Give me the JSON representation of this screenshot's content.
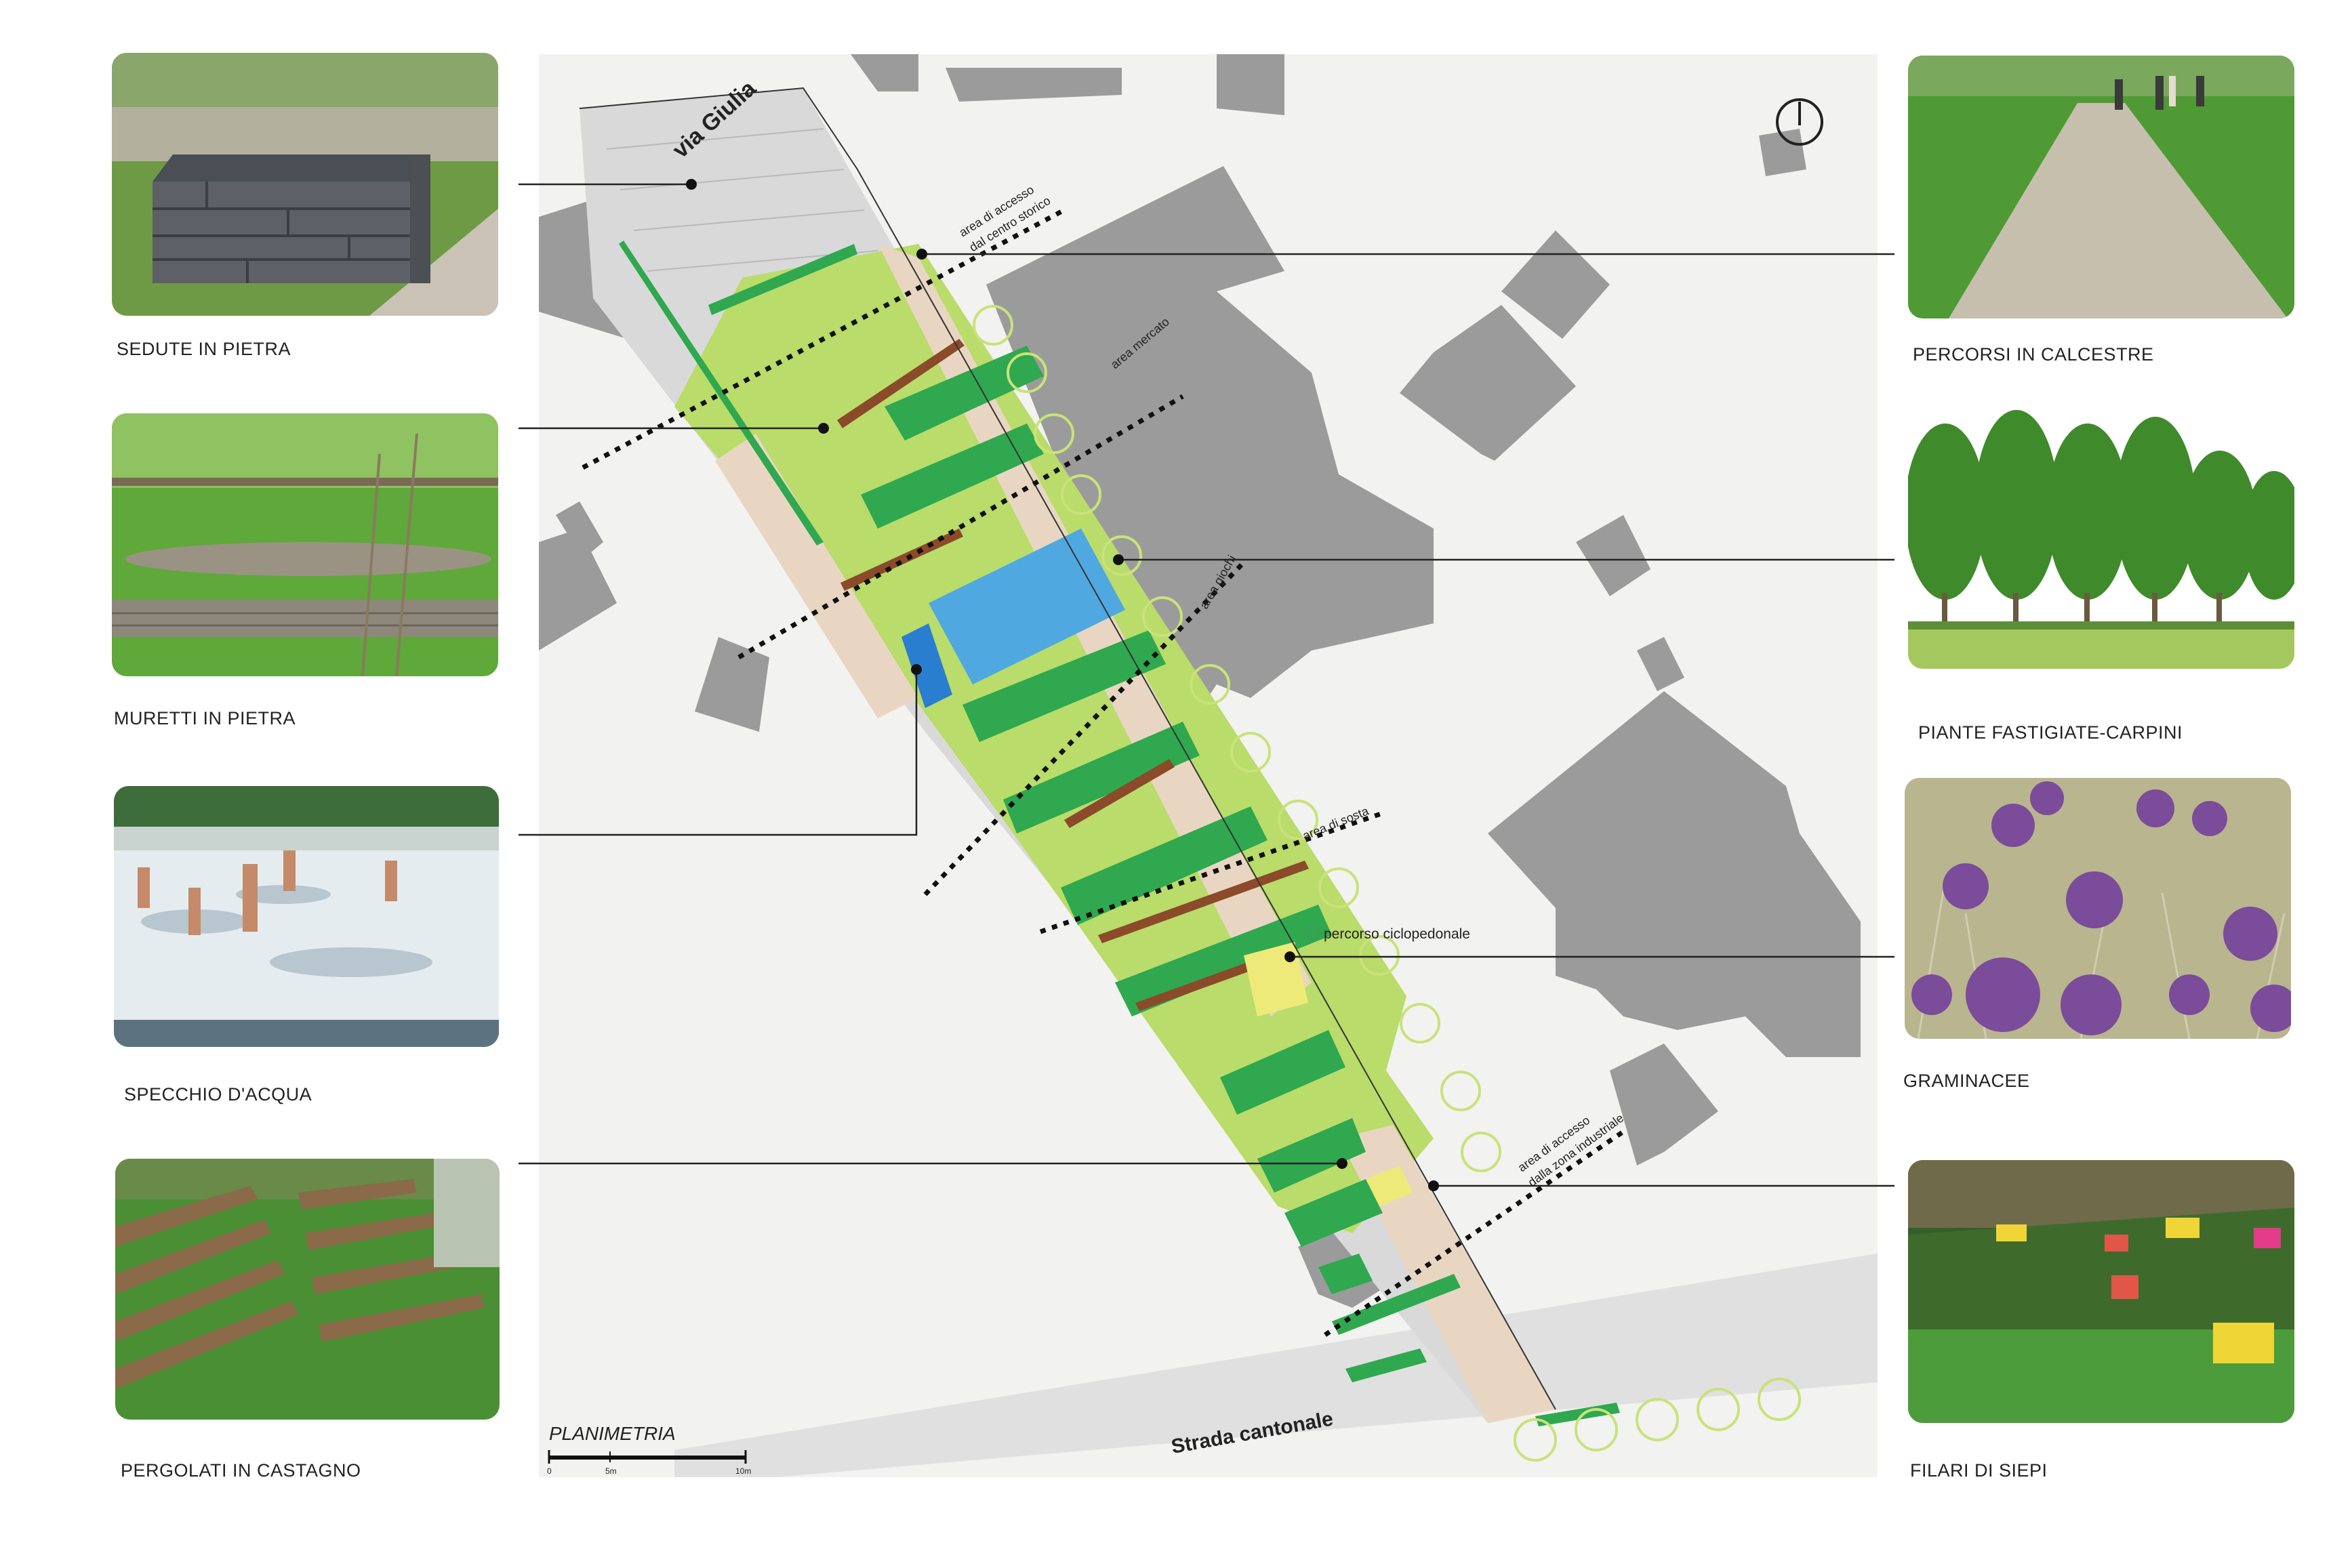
{
  "photos_left": [
    {
      "caption": "SEDUTE IN PIETRA",
      "image": "stone-bench-photo"
    },
    {
      "caption": "MURETTI IN PIETRA",
      "image": "stone-walls-photo"
    },
    {
      "caption": "SPECCHIO D'ACQUA",
      "image": "water-pool-photo"
    },
    {
      "caption": "PERGOLATI IN CASTAGNO",
      "image": "chestnut-pergola-photo"
    }
  ],
  "photos_right": [
    {
      "caption": "PERCORSI IN CALCESTRE",
      "image": "gravel-path-photo"
    },
    {
      "caption": "PIANTE FASTIGIATE-CARPINI",
      "image": "hornbeam-trees-photo"
    },
    {
      "caption": "GRAMINACEE",
      "image": "ornamental-grasses-photo"
    },
    {
      "caption": "FILARI DI SIEPI",
      "image": "hedge-rows-photo"
    }
  ],
  "plan": {
    "title": "PLANIMETRIA",
    "street_top": "via Giulia",
    "street_bottom": "Strada cantonale",
    "zone_labels": [
      {
        "line1": "area di accesso",
        "line2": "dal centro storico"
      },
      {
        "line1": "area mercato",
        "line2": ""
      },
      {
        "line1": "area giochi",
        "line2": ""
      },
      {
        "line1": "area di sosta",
        "line2": ""
      },
      {
        "line1": "area di accesso",
        "line2": "dalla zona industriale"
      }
    ],
    "path_label": "percorso ciclopedonale",
    "scale": {
      "ticks": [
        "0",
        "5m",
        "10m"
      ]
    },
    "north_symbol": "north-arrow-icon"
  },
  "colors": {
    "building": "#9b9b9b",
    "light_green": "#b9dc6a",
    "dark_green": "#2fa84f",
    "path_sand": "#e9d6c2",
    "water": "#4fa9e0",
    "pergola_brown": "#8b4a2a",
    "paving": "#d9d9d9",
    "yellow": "#eeea7a"
  }
}
